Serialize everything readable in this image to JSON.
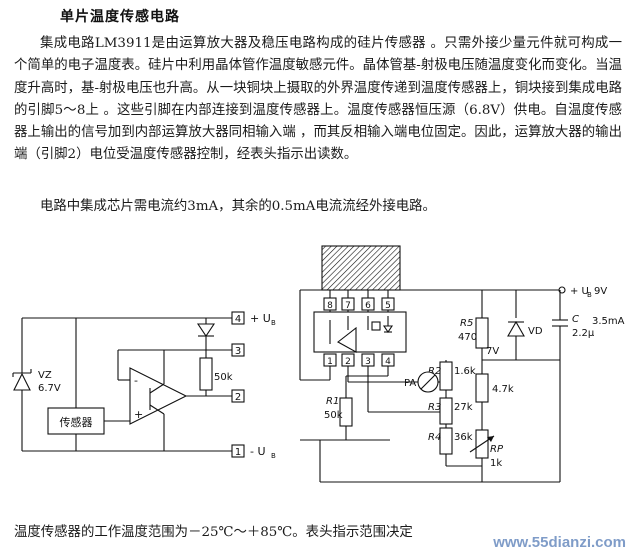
{
  "title": "单片温度传感电路",
  "paragraphs": [
    "集成电路LM3911是由运算放大器及稳压电路构成的硅片传感器       。只需外接少量元件就可构成一个简单的电子温度表。硅片中利用晶体管作温度敏感元件。晶体管基-射极电压随温度变化而变化。当温度升高时，基-射极电压也升高。从一块铜块上摄取的外界温度传递到温度传感器上，铜块接到集成电路的引脚5～8上               。这些引脚在内部连接到温度传感器上。温度传感器恒压源（6.8V）供电。自温度传感器上输出的信号加到内部运算放大器同相输入端           ，而其反相输入端电位固定。因此，运算放大器的输出端（引脚2）电位受温度传感器控制，经表头指示出读数。",
    "电路中集成芯片需电流约3mA，其余的0.5mA电流流经外接电路。",
    "温度传感器的工作温度范围为－25℃～＋85℃。表头指示范围决定"
  ],
  "watermark": "www.55dianzi.com",
  "left_circuit": {
    "terminal_4": "4",
    "plus_ub": "+ U",
    "terminal_3": "3",
    "resistor_50k": "50k",
    "terminal_2": "2",
    "terminal_1": "1",
    "minus_ub": "- U",
    "sub_b": "B",
    "zener_name": "VZ",
    "zener_voltage": "6.7V",
    "sensor_label": "传感器"
  },
  "right_circuit": {
    "pins_top": [
      "8",
      "7",
      "6",
      "5"
    ],
    "pins_bottom": [
      "1",
      "2",
      "3",
      "4"
    ],
    "supply_label": "+ U",
    "supply_sub": "B",
    "supply_voltage": "9V",
    "supply_current": "3.5mA",
    "r5_name": "R5",
    "r5_value": "470",
    "node_voltage": "7V",
    "vd_label": "VD",
    "c_name": "C",
    "c_value": "2.2μ",
    "r2_name": "R2",
    "r2_value": "1.6k",
    "r_4k7": "4.7k",
    "meter_label": "PA",
    "r1_name": "R1",
    "r1_value": "50k",
    "r3_name": "R3",
    "r3_value": "27k",
    "r4_name": "R4",
    "r4_value": "36k",
    "rp_name": "RP",
    "rp_value": "1k"
  }
}
